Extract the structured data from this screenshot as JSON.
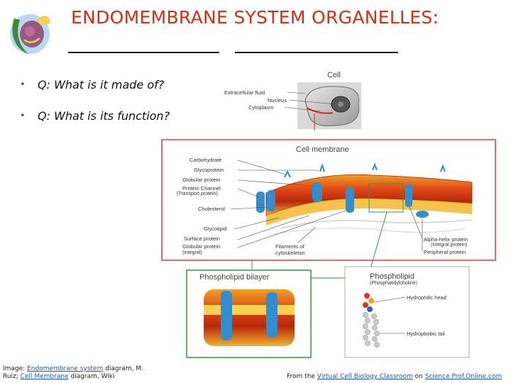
{
  "header": {
    "title": "ENDOMEMBRANE SYSTEM ORGANELLES:"
  },
  "questions": [
    {
      "bullet": "•",
      "text": "Q: What is it made of?"
    },
    {
      "bullet": "•",
      "text": "Q: What is its function?"
    }
  ],
  "diagram": {
    "cell": {
      "title": "Cell",
      "labels": [
        "Extracellular fluid",
        "Nucleus",
        "Cytoplasm"
      ]
    },
    "membrane": {
      "title": "Cell membrane",
      "left_labels": [
        "Carbohydrate",
        "Glycoprotein",
        "Globular protein",
        "Protein Channel",
        "(Transport protein)",
        "Cholesterol",
        "Glycolipid",
        "Surface protein",
        "Globular protein",
        "(integral)"
      ],
      "bottom_labels": [
        "Filaments of",
        "cytoskeleton"
      ],
      "right_labels": [
        "Alpha-helix protein",
        "(Integral protein)",
        "Peripheral protein"
      ]
    },
    "bilayer": {
      "title": "Phospholipid bilayer"
    },
    "phospholipid": {
      "title": "Phospholipid",
      "subtitle": "(Phosphatidylcholine)",
      "labels": [
        "Hydrophilic head",
        "Hydropbobic tail"
      ]
    }
  },
  "credits": {
    "left": {
      "prefix1": "Image: ",
      "link1": "Endomembrane system",
      "suffix1": " diagram, M.",
      "prefix2": "Ruiz; ",
      "link2": "Cell Membrane",
      "suffix2": " diagram, Wiki"
    },
    "right": {
      "prefix": "From the ",
      "link1": "Virtual Cell Biology Classroom",
      "middle": " on ",
      "link2": "Science.Prof.Online.com"
    }
  },
  "colors": {
    "title": "#d62e0f",
    "frame": "#e23b3b",
    "link": "#1c55c7"
  }
}
